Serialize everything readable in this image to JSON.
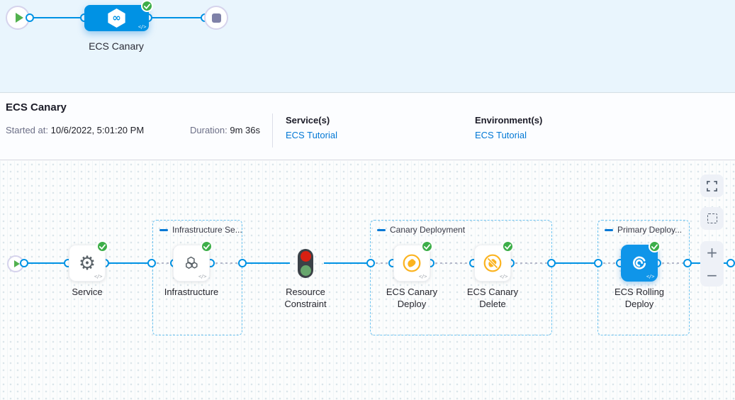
{
  "minimap": {
    "stage_label": "ECS Canary",
    "stage_status": "success"
  },
  "header": {
    "title": "ECS Canary",
    "started_label": "Started at:",
    "started_value": "10/6/2022, 5:01:20 PM",
    "duration_label": "Duration:",
    "duration_value": "9m 36s",
    "services_label": "Service(s)",
    "services_value": "ECS Tutorial",
    "environments_label": "Environment(s)",
    "environments_value": "ECS Tutorial"
  },
  "graph": {
    "groups": [
      {
        "label": "Infrastructure Se..."
      },
      {
        "label": "Canary Deployment"
      },
      {
        "label": "Primary Deploy..."
      }
    ],
    "nodes": [
      {
        "label": "Service",
        "status": "success",
        "icon": "gear-icon"
      },
      {
        "label": "Infrastructure",
        "status": "success",
        "icon": "hexagons-icon"
      },
      {
        "label": "Resource Constraint",
        "status": "waiting",
        "icon": "traffic-light-icon"
      },
      {
        "label": "ECS Canary Deploy",
        "status": "success",
        "icon": "canary-icon"
      },
      {
        "label": "ECS Canary Delete",
        "status": "success",
        "icon": "canary-delete-icon"
      },
      {
        "label": "ECS Rolling Deploy",
        "status": "success",
        "icon": "ecs-rolling-icon"
      }
    ],
    "controls": {
      "zoom_in": "+",
      "zoom_out": "−"
    }
  },
  "glyphs": {
    "code": "</>",
    "infinity": "∞",
    "gear": "⚙"
  },
  "colors": {
    "accent_blue": "#0092e4",
    "link_blue": "#0278d5",
    "success_green": "#3dae49",
    "canary_amber": "#fbb31f",
    "group_dash": "#6ec4f1",
    "traffic_red": "#d92012",
    "traffic_green": "#67a66d",
    "minimap_bg": "#e9f5fd"
  }
}
